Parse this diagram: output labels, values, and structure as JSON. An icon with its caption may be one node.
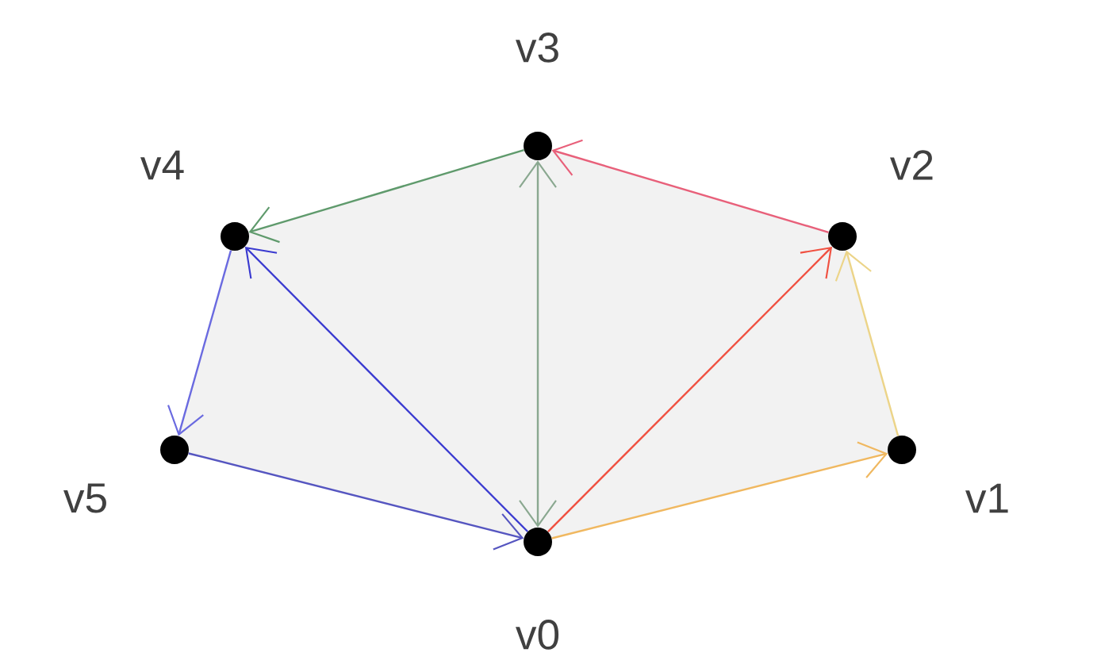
{
  "diagram": {
    "nodes": [
      {
        "text": [],
        "shape": "circle",
        "beside": [
          "v0"
        ]
      },
      {
        "text": [],
        "shape": "circle",
        "beside": [
          "v1"
        ]
      },
      {
        "text": [],
        "shape": "circle",
        "beside": [
          "v2"
        ]
      },
      {
        "text": [],
        "shape": "circle",
        "beside": [
          "v3"
        ]
      },
      {
        "text": [],
        "shape": "circle",
        "beside": [
          "v4"
        ]
      },
      {
        "text": [],
        "shape": "circle",
        "beside": [
          "v5"
        ]
      }
    ],
    "edges": [
      {
        "from": 0,
        "to": 1,
        "arrow": "to",
        "color": "#f0b860"
      },
      {
        "from": 1,
        "to": 2,
        "arrow": "to",
        "color": "#ecd488"
      },
      {
        "from": 0,
        "to": 2,
        "arrow": "to",
        "color": "#f05040"
      },
      {
        "from": 2,
        "to": 3,
        "arrow": "to",
        "color": "#e8607a"
      },
      {
        "from": 0,
        "to": 3,
        "arrow": "both",
        "color": "#8aa890"
      },
      {
        "from": 3,
        "to": 4,
        "arrow": "to",
        "color": "#5f9a6c"
      },
      {
        "from": 0,
        "to": 4,
        "arrow": "to",
        "color": "#3a3ad0"
      },
      {
        "from": 4,
        "to": 5,
        "arrow": "to",
        "color": "#6a6ae0"
      },
      {
        "from": 5,
        "to": 0,
        "arrow": "to",
        "color": "#5555c0"
      }
    ]
  }
}
